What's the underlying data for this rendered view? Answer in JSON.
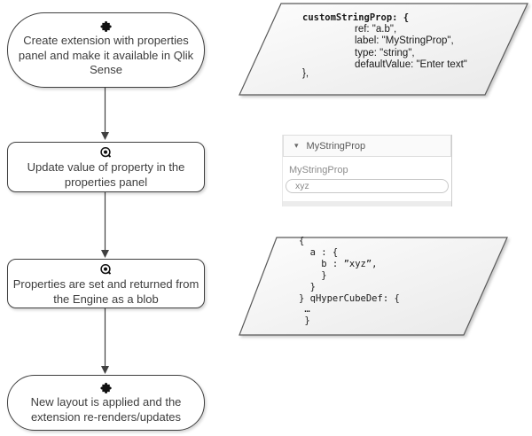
{
  "flowchart": {
    "nodes": [
      {
        "id": "create-extension",
        "icon": "puzzle-piece-icon",
        "label": "Create extension with properties panel and make it available in Qlik Sense"
      },
      {
        "id": "update-property",
        "icon": "qlik-engine-icon",
        "label": "Update value of property in the properties panel"
      },
      {
        "id": "properties-blob",
        "icon": "qlik-engine-icon",
        "label": "Properties are set and returned from the Engine as a blob"
      },
      {
        "id": "new-layout",
        "icon": "puzzle-piece-icon",
        "label": "New layout is applied and the extension re-renders/updates"
      }
    ]
  },
  "code": {
    "properties_definition": {
      "opening": "customStringProp: {",
      "body": "ref: \"a.b\",\nlabel: \"MyStringProp\",\ntype: \"string\",\ndefaultValue: \"Enter text\"",
      "closing": "},"
    },
    "engine_blob": "{\n  a : {\n    b : ”xyz”,\n    }\n  }\n} qHyperCubeDef: {\n …\n }"
  },
  "properties_panel": {
    "accordion_header_label": "MyStringProp",
    "field_label": "MyStringProp",
    "field_value": "xyz"
  },
  "icons": {
    "accordion_caret": "▾"
  },
  "colors": {
    "node_border": "#404040",
    "arrow": "#404040",
    "code_text": "#1a1a1a",
    "panel_header_text": "#595959",
    "panel_border": "#dddddd"
  }
}
